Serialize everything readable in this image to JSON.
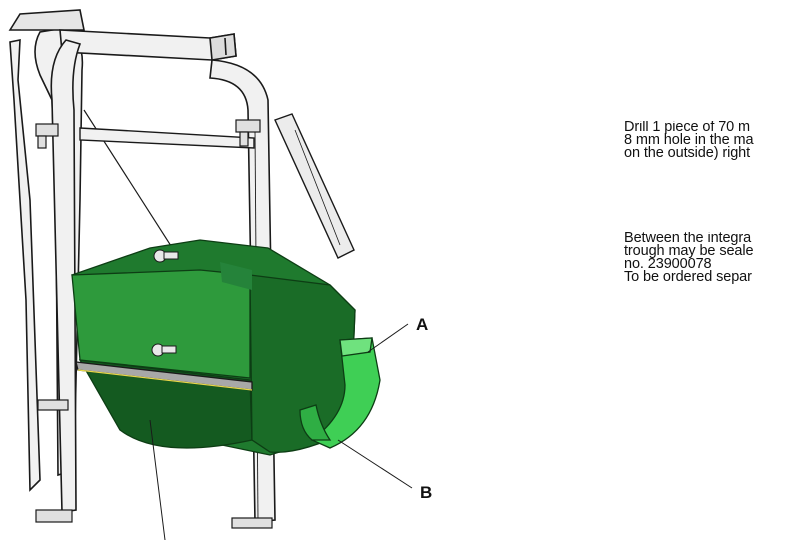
{
  "figure": {
    "callouts": {
      "a": "A",
      "b": "B"
    },
    "notes": {
      "drill": [
        "Drill 1 piece of 70 m",
        "8 mm hole in the ma",
        "on the outside) right"
      ],
      "seal": [
        "Between the integra",
        "trough may be seale",
        "no. 23900078",
        "To be ordered separ"
      ]
    },
    "colors": {
      "trough": "#1f7a2e",
      "trough_dark": "#145a20",
      "trough_light": "#2e9a3c",
      "elbow": "#3fcf55",
      "frame": "#f1f1f1",
      "outline": "#1a1a1a"
    }
  }
}
